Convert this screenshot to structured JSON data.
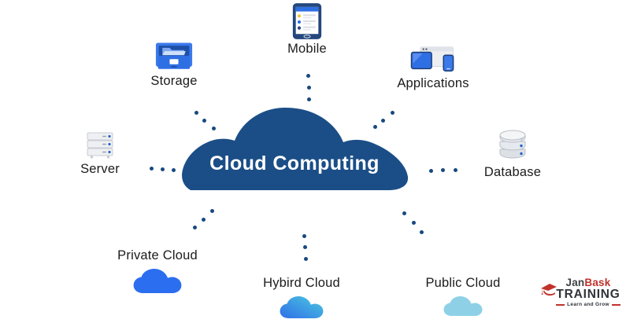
{
  "diagram": {
    "center_label": "Cloud Computing",
    "nodes": [
      {
        "id": "mobile",
        "label": "Mobile",
        "icon": "mobile-device-icon"
      },
      {
        "id": "storage",
        "label": "Storage",
        "icon": "storage-drawer-icon"
      },
      {
        "id": "applications",
        "label": "Applications",
        "icon": "applications-devices-icon"
      },
      {
        "id": "server",
        "label": "Server",
        "icon": "server-rack-icon"
      },
      {
        "id": "database",
        "label": "Database",
        "icon": "database-cylinder-icon"
      },
      {
        "id": "private_cloud",
        "label": "Private Cloud",
        "icon": "blue-cloud-icon"
      },
      {
        "id": "hybird_cloud",
        "label": "Hybird Cloud",
        "icon": "gradient-cloud-icon"
      },
      {
        "id": "public_cloud",
        "label": "Public Cloud",
        "icon": "light-blue-cloud-icon"
      }
    ]
  },
  "logo": {
    "brand_first": "Jan",
    "brand_second": "Bask",
    "brand_line2": "TRAINING",
    "tagline": "Learn and Grow"
  },
  "colors": {
    "primary_cloud": "#1B4E87",
    "dot": "#17497F",
    "icon_blue": "#2F6FE4",
    "label_text": "#1B1B1B",
    "logo_red": "#C0332B",
    "private_cloud_fill": "#2B6EF0",
    "hybird_gradient_start": "#2F6FE8",
    "hybird_gradient_end": "#4CC9DE",
    "public_cloud_fill": "#8ED1E6"
  }
}
